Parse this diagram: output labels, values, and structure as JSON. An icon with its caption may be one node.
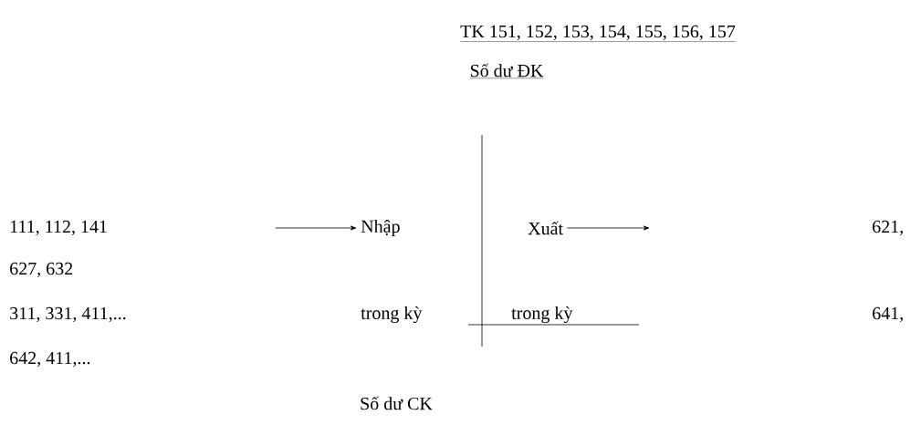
{
  "diagram": {
    "title": "TK 151, 152, 153, 154, 155, 156, 157",
    "nodes": [
      {
        "text": [
          "111, 112, 141"
        ]
      },
      {
        "text": [
          "Nhập"
        ]
      },
      {
        "text": [
          "Xuất"
        ]
      },
      {
        "text": [
          "621,"
        ]
      }
    ],
    "edges": [
      {
        "from": null,
        "to": 1,
        "arrow": "to"
      },
      {
        "from": 2,
        "to": null,
        "arrow": "to"
      }
    ],
    "labels": [
      "Số dư ĐK",
      "627, 632",
      "311, 331, 411,...",
      "trong kỳ",
      "trong kỳ",
      "641,",
      "642, 411,...",
      "Số dư CK"
    ]
  }
}
